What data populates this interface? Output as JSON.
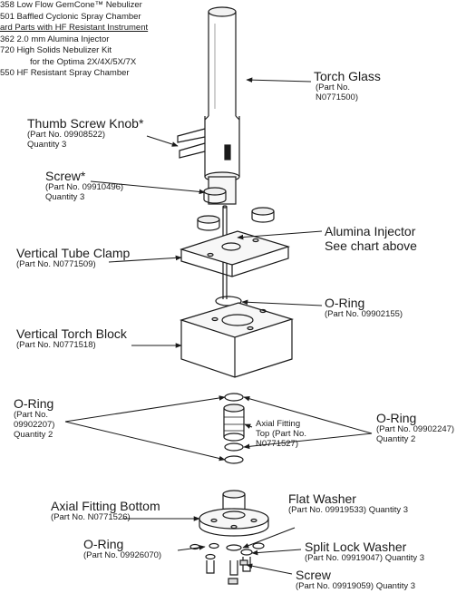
{
  "header_lines": [
    "358 Low Flow GemCone™ Nebulizer",
    "501 Baffled Cyclonic Spray Chamber",
    "ard Parts with HF Resistant Instrument",
    "362 2.0 mm Alumina Injector",
    "720 High Solids Nebulizer Kit",
    "for the Optima 2X/4X/5X/7X",
    "550 HF Resistant Spray Chamber"
  ],
  "callouts": {
    "torch_glass": {
      "title": "Torch Glass",
      "part_1": "(Part No.",
      "part_2": "N0771500)"
    },
    "thumb_screw_knob": {
      "title": "Thumb Screw Knob*",
      "part": "(Part No. 09908522)",
      "qty": "Quantity 3"
    },
    "screw_top": {
      "title": "Screw*",
      "part": "(Part No. 09910496)",
      "qty": "Quantity 3"
    },
    "alumina_injector": {
      "title": "Alumina Injector",
      "sub": "See chart above"
    },
    "vertical_tube_clamp": {
      "title": "Vertical Tube Clamp",
      "part": "(Part No. N0771509)"
    },
    "oring_upper": {
      "title": "O-Ring",
      "part": "(Part No. 09902155)"
    },
    "vertical_torch_block": {
      "title": "Vertical Torch Block",
      "part": "(Part No. N0771518)"
    },
    "oring_left": {
      "title": "O-Ring",
      "part_1": "(Part No.",
      "part_2": "09902207)",
      "qty": "Quantity 2"
    },
    "axial_fitting_top": {
      "line_1": "Axial Fitting",
      "line_2": "Top (Part No.",
      "line_3": "N0771527)"
    },
    "oring_right": {
      "title": "O-Ring",
      "part": "(Part No. 09902247)",
      "qty": "Quantity 2"
    },
    "flat_washer": {
      "title": "Flat Washer",
      "part": "(Part No. 09919533) Quantity 3"
    },
    "axial_fitting_bottom": {
      "title": "Axial Fitting Bottom",
      "part": "(Part No. N0771526)"
    },
    "oring_bottom": {
      "title": "O-Ring",
      "part": "(Part No. 09926070)"
    },
    "split_lock_washer": {
      "title": "Split Lock Washer",
      "part": "(Part No. 09919047) Quantity 3"
    },
    "screw_bottom": {
      "title": "Screw",
      "part": "(Part No. 09919059) Quantity 3"
    }
  }
}
